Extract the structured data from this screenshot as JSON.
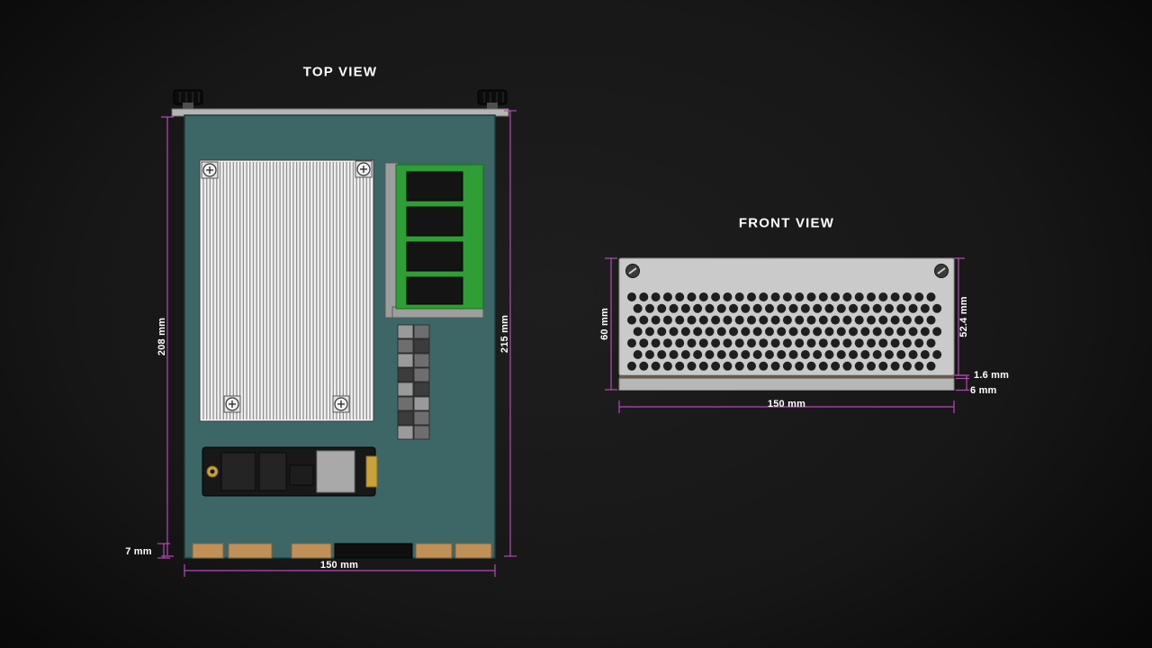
{
  "top_view": {
    "title": "TOP VIEW",
    "dims": {
      "board_height": "208 mm",
      "overall_height": "215 mm",
      "width": "150 mm",
      "connector_height": "7 mm"
    }
  },
  "front_view": {
    "title": "FRONT VIEW",
    "dims": {
      "overall_height": "60 mm",
      "panel_height": "52.4 mm",
      "pcb_thickness": "1.6 mm",
      "lip_height": "6 mm",
      "width": "150 mm"
    }
  },
  "colors": {
    "dimension": "#b84ab8",
    "board": "#3d6767",
    "panel": "#cacaca",
    "ram": "#2f9e35",
    "heatsink": "#f1f1f1",
    "label_text": "#ffffff"
  }
}
